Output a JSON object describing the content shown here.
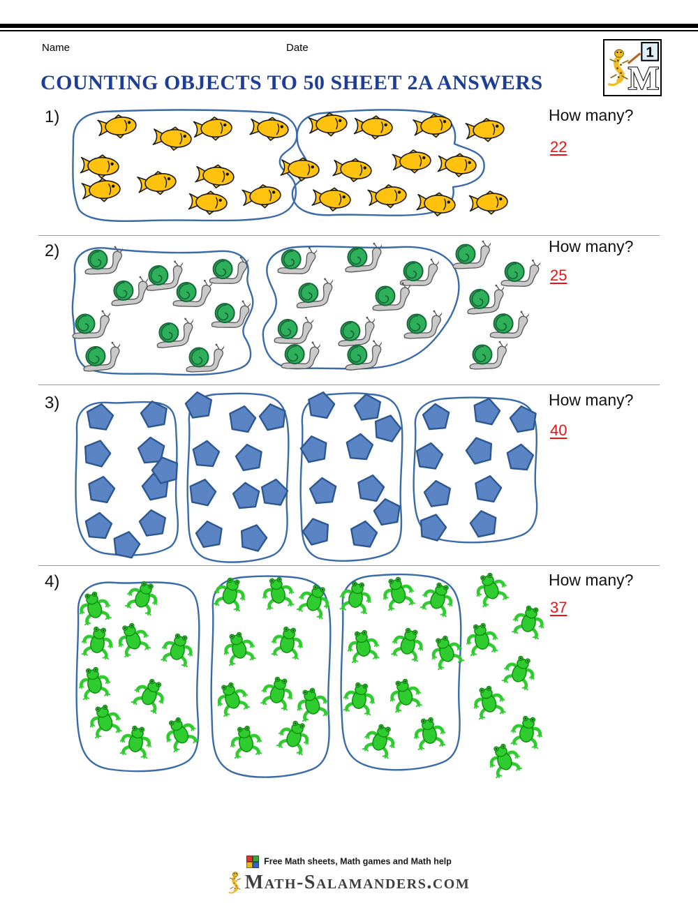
{
  "header": {
    "name_label": "Name",
    "date_label": "Date",
    "title": "COUNTING OBJECTS TO 50 SHEET 2A ANSWERS",
    "logo": {
      "level": "1",
      "letter": "M"
    }
  },
  "problems": [
    {
      "number": "1)",
      "object": "fish",
      "question": "How many?",
      "answer": "22",
      "count": 22,
      "groups": [
        10,
        10,
        2
      ]
    },
    {
      "number": "2)",
      "object": "snail",
      "question": "How many?",
      "answer": "25",
      "count": 25,
      "groups": [
        10,
        10,
        5
      ]
    },
    {
      "number": "3)",
      "object": "pentagon",
      "question": "How many?",
      "answer": "40",
      "count": 40,
      "groups": [
        10,
        10,
        10,
        10
      ]
    },
    {
      "number": "4)",
      "object": "frog",
      "question": "How many?",
      "answer": "37",
      "count": 37,
      "groups": [
        10,
        10,
        10,
        7
      ]
    }
  ],
  "footer": {
    "tagline": "Free Math sheets, Math games and Math help",
    "brand": "Math-Salamanders.com"
  },
  "colors": {
    "title_blue": "#1d3e94",
    "answer_red": "#ee1111",
    "group_outline": "#3a6ba8",
    "fish_gold": "#ffc20e",
    "snail_shell_green": "#2eb05a",
    "snail_body_gray": "#c9c9c9",
    "pentagon_blue": "#5b84c4",
    "frog_green": "#2ecc2e",
    "salamander_yellow": "#edbe2a"
  }
}
